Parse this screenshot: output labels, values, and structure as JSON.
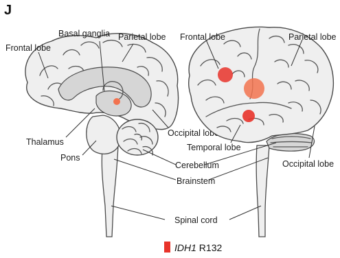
{
  "panel_letter": "J",
  "labels": {
    "left_frontal": "Frontal lobe",
    "basal_ganglia": "Basal ganglia",
    "left_parietal": "Parietal lobe",
    "thalamus": "Thalamus",
    "pons": "Pons",
    "left_occipital": "Occipital lobe",
    "right_frontal": "Frontal lobe",
    "right_parietal": "Parietal lobe",
    "temporal": "Temporal lobe",
    "cerebellum": "Cerebellum",
    "brainstem": "Brainstem",
    "right_occipital": "Occipital lobe",
    "spinal_cord": "Spinal cord"
  },
  "legend": {
    "gene": "IDH1",
    "mutation": " R132",
    "color": "#e8332a"
  },
  "colors": {
    "marker": "#e8332a",
    "marker_large": "#f2734f"
  }
}
